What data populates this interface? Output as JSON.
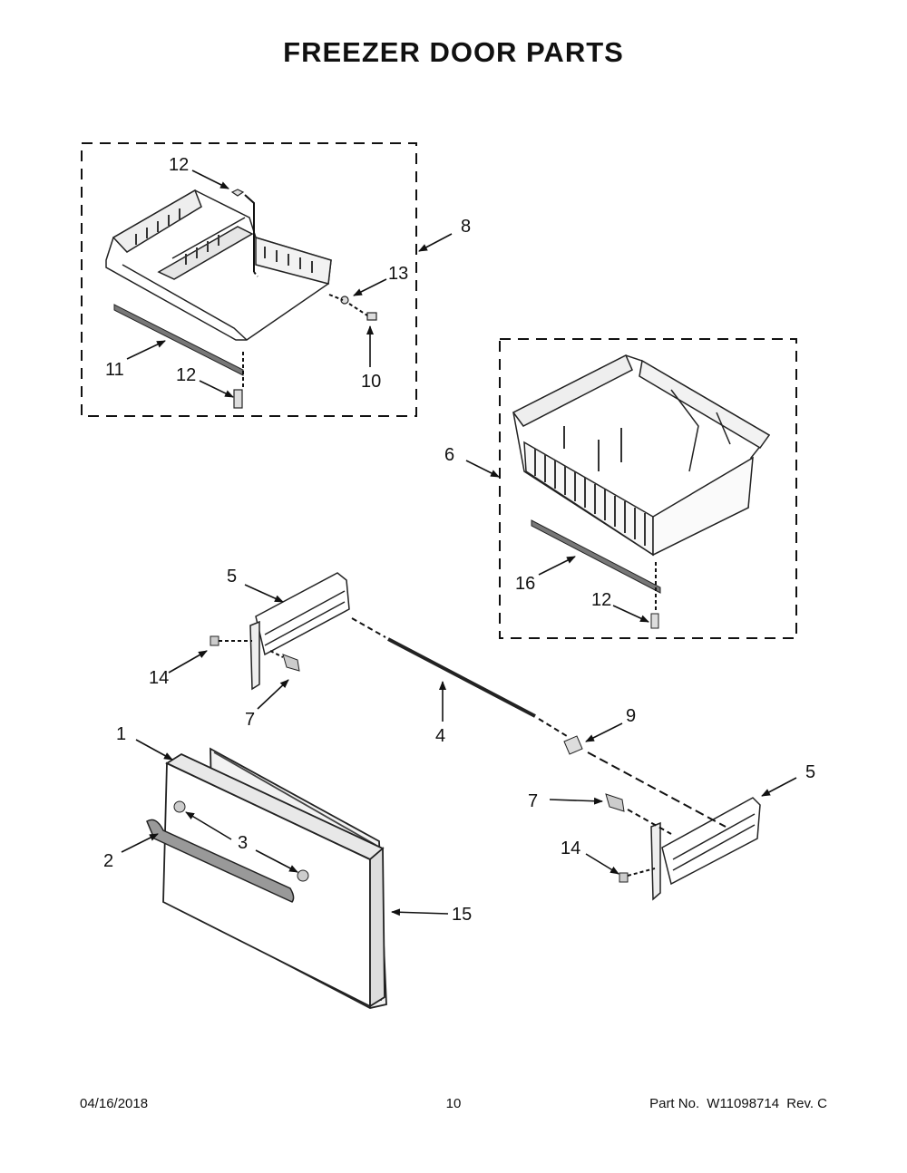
{
  "title": "FREEZER DOOR PARTS",
  "callouts": {
    "c12a": "12",
    "c8": "8",
    "c13": "13",
    "c10": "10",
    "c11": "11",
    "c12b": "12",
    "c6": "6",
    "c16": "16",
    "c12c": "12",
    "c5a": "5",
    "c14a": "14",
    "c7a": "7",
    "c4": "4",
    "c9": "9",
    "c1": "1",
    "c2": "2",
    "c3": "3",
    "c5b": "5",
    "c7b": "7",
    "c14b": "14",
    "c15": "15"
  },
  "footer": {
    "date": "04/16/2018",
    "page": "10",
    "part_label": "Part No.",
    "part_number": "W11098714",
    "revision": "Rev. C"
  }
}
